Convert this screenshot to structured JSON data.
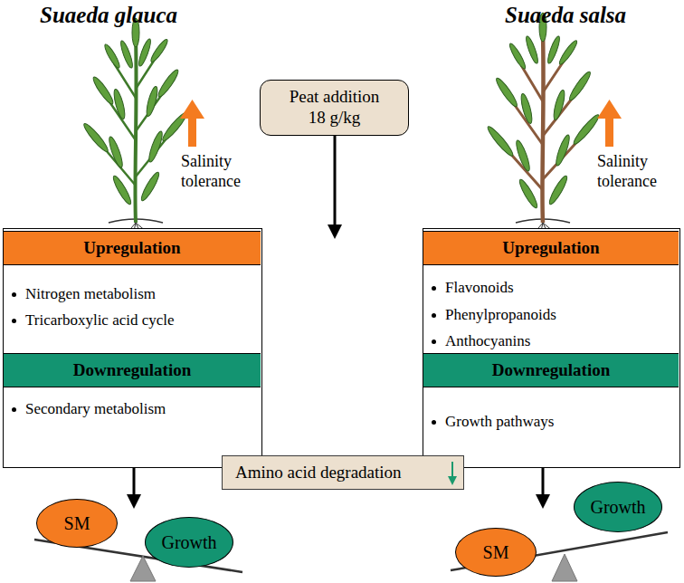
{
  "diagram": {
    "nodes": [
      {
        "text": [
          "Peat addition 18 g/kg"
        ]
      },
      {
        "text": [
          "Nitrogen metabolism",
          "Tricarboxylic acid cycle",
          "Secondary metabolism"
        ]
      },
      {
        "text": [
          "Upregulation"
        ],
        "in": 1
      },
      {
        "text": [
          "Downregulation"
        ],
        "in": 1
      },
      {
        "text": [
          "Flavonoids",
          "Phenylpropanoids",
          "Anthocyanins",
          "Growth pathways"
        ]
      },
      {
        "text": [
          "Upregulation"
        ],
        "in": 4
      },
      {
        "text": [
          "Downregulation"
        ],
        "in": 4
      },
      {
        "text": [
          "Amino acid degradation"
        ]
      },
      {
        "text": [
          "SM"
        ]
      },
      {
        "text": [
          "Growth"
        ]
      },
      {
        "text": [
          "SM"
        ]
      },
      {
        "text": [
          "Growth"
        ]
      }
    ],
    "labels": [
      "Suaeda glauca",
      "Suaeda salsa",
      "Salinity tolerance",
      "Salinity tolerance"
    ]
  }
}
